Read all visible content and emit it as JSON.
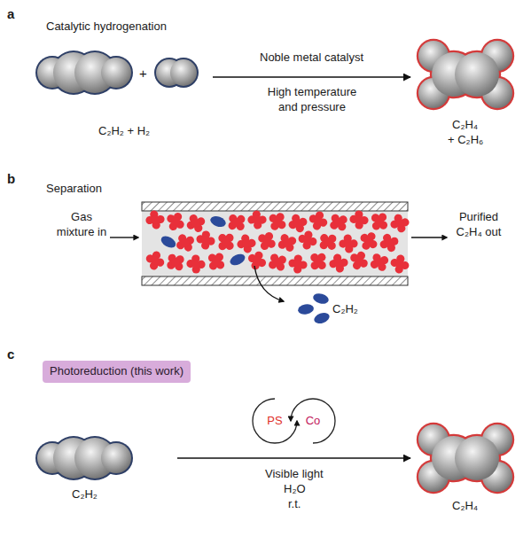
{
  "diagram": {
    "nodes": [
      {
        "text": [
          "Photoreduction (this work)"
        ]
      },
      {
        "text": [
          "PS"
        ]
      },
      {
        "text": [
          "Co"
        ]
      }
    ],
    "labels": [
      "a",
      "Catalytic hydrogenation",
      "+",
      "Noble metal catalyst",
      "High temperature and pressure",
      "C₂H₂ + H₂",
      "C₂H₄",
      "+ C₂H₆",
      "b",
      "Separation",
      "Gas mixture in",
      "Purified C₂H₄ out",
      "C₂H₂",
      "c",
      "Visible light",
      "H₂O",
      "r.t.",
      "C₂H₂",
      "C₂H₄"
    ]
  }
}
